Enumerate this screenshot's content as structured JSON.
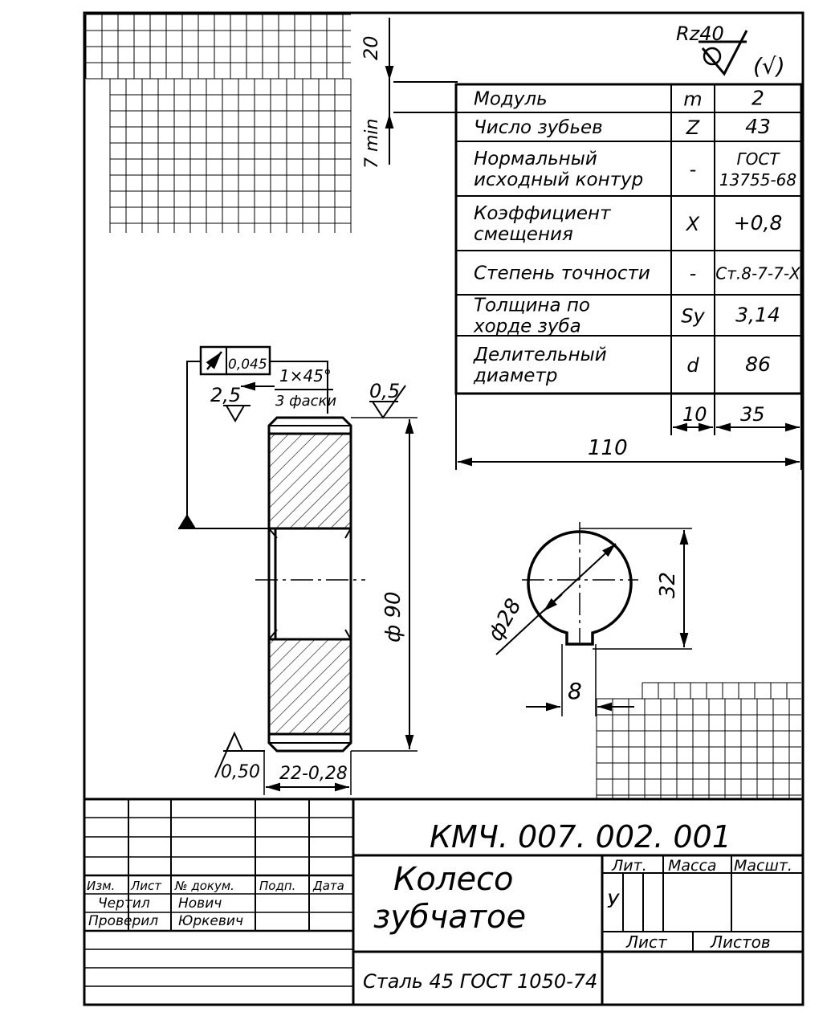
{
  "roughness": {
    "main": "Rz40",
    "other": "(√)"
  },
  "top_dims": {
    "d20": "20",
    "d7min": "7 min"
  },
  "params": [
    {
      "name": "Модуль",
      "sym": "m",
      "val": "2"
    },
    {
      "name": "Число зубьев",
      "sym": "Z",
      "val": "43"
    },
    {
      "name": [
        "Нормальный",
        "исходный контур"
      ],
      "sym": "-",
      "val": [
        "ГОСТ",
        "13755-68"
      ]
    },
    {
      "name": [
        "Коэффициент",
        "смещения"
      ],
      "sym": "X",
      "val": "+0,8"
    },
    {
      "name": "Степень точности",
      "sym": "-",
      "val": "Ст.8-7-7-Х"
    },
    {
      "name": [
        "Толщина по",
        "хорде зуба"
      ],
      "sym": "Sy",
      "val": "3,14"
    },
    {
      "name": [
        "Делительный",
        "диаметр"
      ],
      "sym": "d",
      "val": "86"
    }
  ],
  "table_dims": {
    "d10": "10",
    "d35": "35",
    "d110": "110"
  },
  "part": {
    "runout": "0,045",
    "chamfer": "1×45°",
    "chamfer_note": "3 фаски",
    "rough_left": "2,5",
    "rough_right": "0,5",
    "rough_bottom": "0,50",
    "diameter": "ф 90",
    "width": "22-0,28"
  },
  "section": {
    "dia": "ф28",
    "height": "32",
    "key": "8"
  },
  "title_block": {
    "code": "КМЧ. 007. 002. 001",
    "name": [
      "Колесо",
      "зубчатое"
    ],
    "material": "Сталь 45  ГОСТ 1050-74",
    "headers": {
      "izm": "Изм.",
      "list": "Лист",
      "doc": "№ докум.",
      "sign": "Подп.",
      "date": "Дата"
    },
    "rows": [
      {
        "role": "Чертил",
        "person": "Нович"
      },
      {
        "role": "Проверил",
        "person": "Юркевич"
      }
    ],
    "lit": "Лит.",
    "mass": "Масса",
    "scale": "Масшт.",
    "lit_value": "У",
    "sheet": "Лист",
    "sheets": "Листов"
  }
}
